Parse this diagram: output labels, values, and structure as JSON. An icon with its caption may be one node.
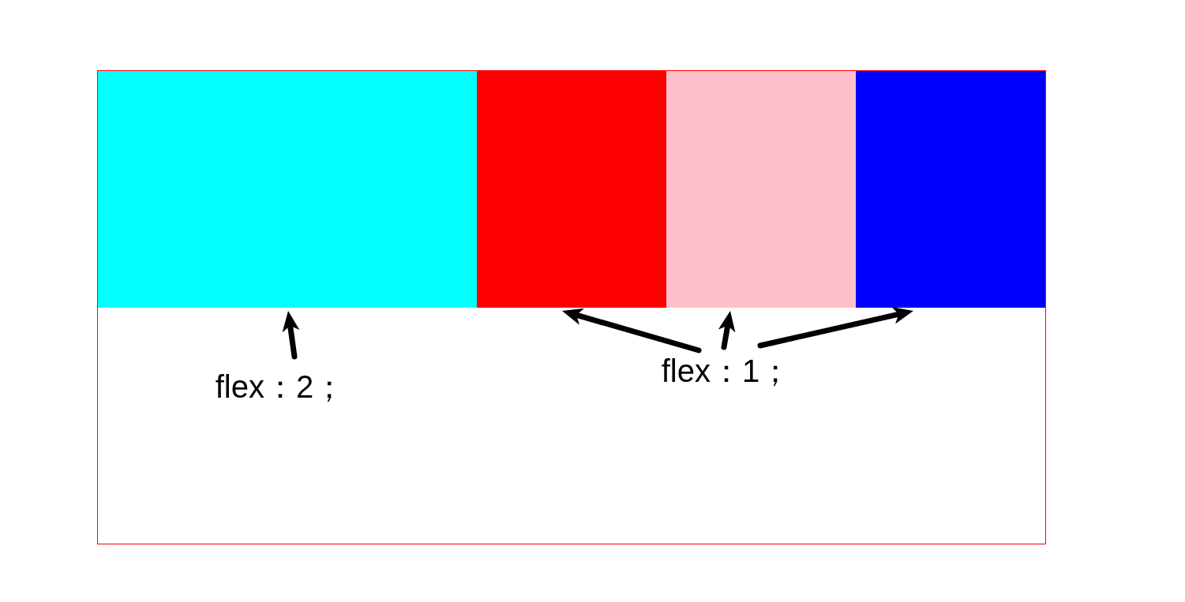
{
  "diagram": {
    "nodes": [
      {
        "text": [],
        "shape": "box"
      },
      {
        "text": [],
        "shape": "box",
        "in": 0
      },
      {
        "text": [],
        "shape": "box",
        "in": 0
      },
      {
        "text": [],
        "shape": "box",
        "in": 0
      },
      {
        "text": [],
        "shape": "box",
        "in": 0
      },
      {
        "text": [
          "flex：2；"
        ],
        "in": 0
      },
      {
        "text": [
          "flex：1；"
        ],
        "in": 0
      }
    ],
    "edges": [
      {
        "from": 5,
        "to": 1,
        "arrow": "to"
      },
      {
        "from": 6,
        "to": 2,
        "arrow": "to"
      },
      {
        "from": 6,
        "to": 3,
        "arrow": "to"
      },
      {
        "from": 6,
        "to": 4,
        "arrow": "to"
      }
    ]
  }
}
